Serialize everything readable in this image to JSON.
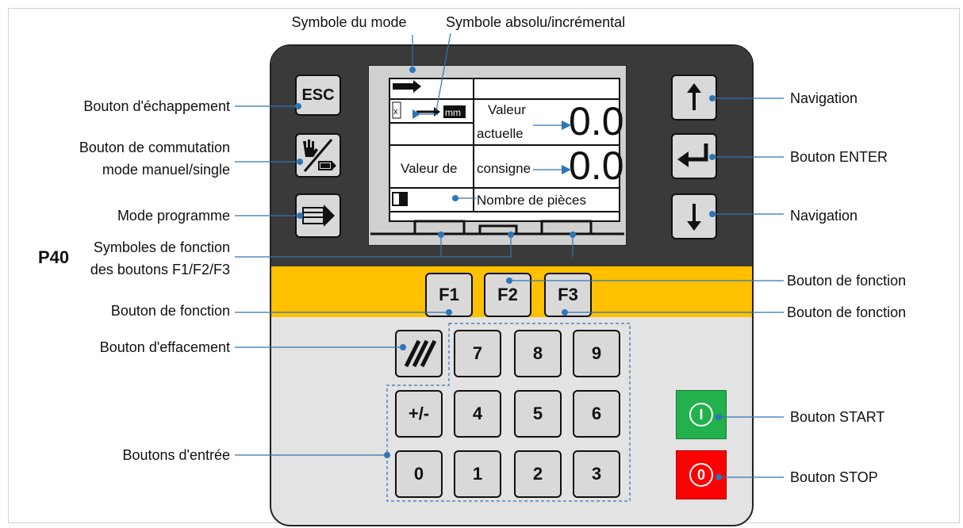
{
  "device": {
    "model": "P40",
    "keys": {
      "esc": "ESC",
      "f1": "F1",
      "f2": "F2",
      "f3": "F3",
      "n7": "7",
      "n8": "8",
      "n9": "9",
      "plusminus": "+/-",
      "n4": "4",
      "n5": "5",
      "n6": "6",
      "n0": "0",
      "n1": "1",
      "n2": "2",
      "n3": "3"
    },
    "screen": {
      "valeur_actuelle_l1": "Valeur",
      "valeur_actuelle_l2": "actuelle",
      "actual_value": "0.0",
      "consigne_part1": "Valeur de",
      "consigne_part2": "consigne",
      "setpoint_value": "0.0",
      "pieces": "Nombre de pièces",
      "unit_icon": "mm"
    }
  },
  "callouts": {
    "left": {
      "escape": "Bouton d'échappement",
      "switch_l1": "Bouton de commutation",
      "switch_l2": "mode manuel/single",
      "program": "Mode programme",
      "fsym_l1": "Symboles de fonction",
      "fsym_l2": "des boutons F1/F2/F3",
      "function": "Bouton de fonction",
      "clear": "Bouton d'effacement",
      "inputs": "Boutons d'entrée"
    },
    "top": {
      "mode_symbol": "Symbole du mode",
      "abs_inc_symbol": "Symbole absolu/incrémental"
    },
    "right": {
      "nav_up": "Navigation",
      "enter": "Bouton ENTER",
      "nav_down": "Navigation",
      "function_f2": "Bouton de fonction",
      "function_f3": "Bouton de fonction",
      "start": "Bouton START",
      "stop": "Bouton STOP"
    }
  },
  "colors": {
    "callout": "#2e75b6",
    "band": "#ffc000",
    "start": "#22b14c",
    "stop": "#ff0000",
    "panel_dark": "#3a3a3a"
  }
}
